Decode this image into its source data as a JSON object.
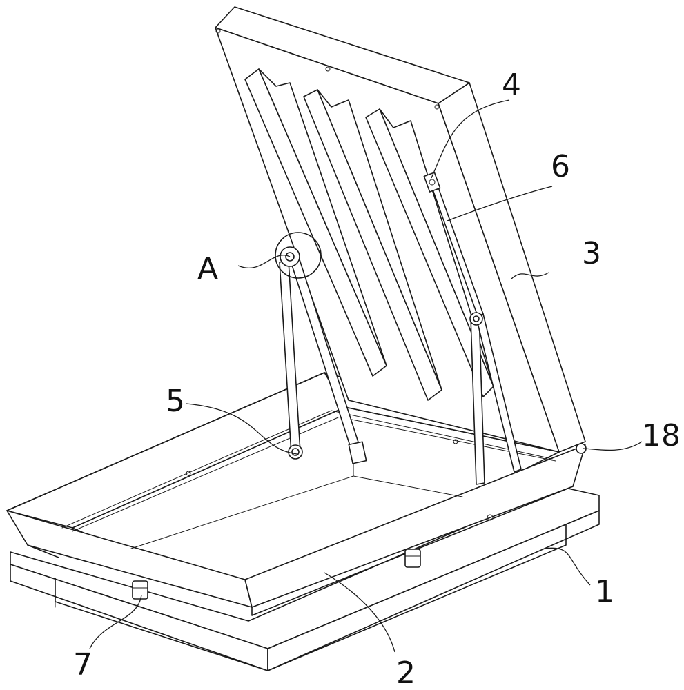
{
  "labels": {
    "l1": "1",
    "l2": "2",
    "l3": "3",
    "l4": "4",
    "l5": "5",
    "l6": "6",
    "l7": "7",
    "l18": "18",
    "lA": "A"
  }
}
